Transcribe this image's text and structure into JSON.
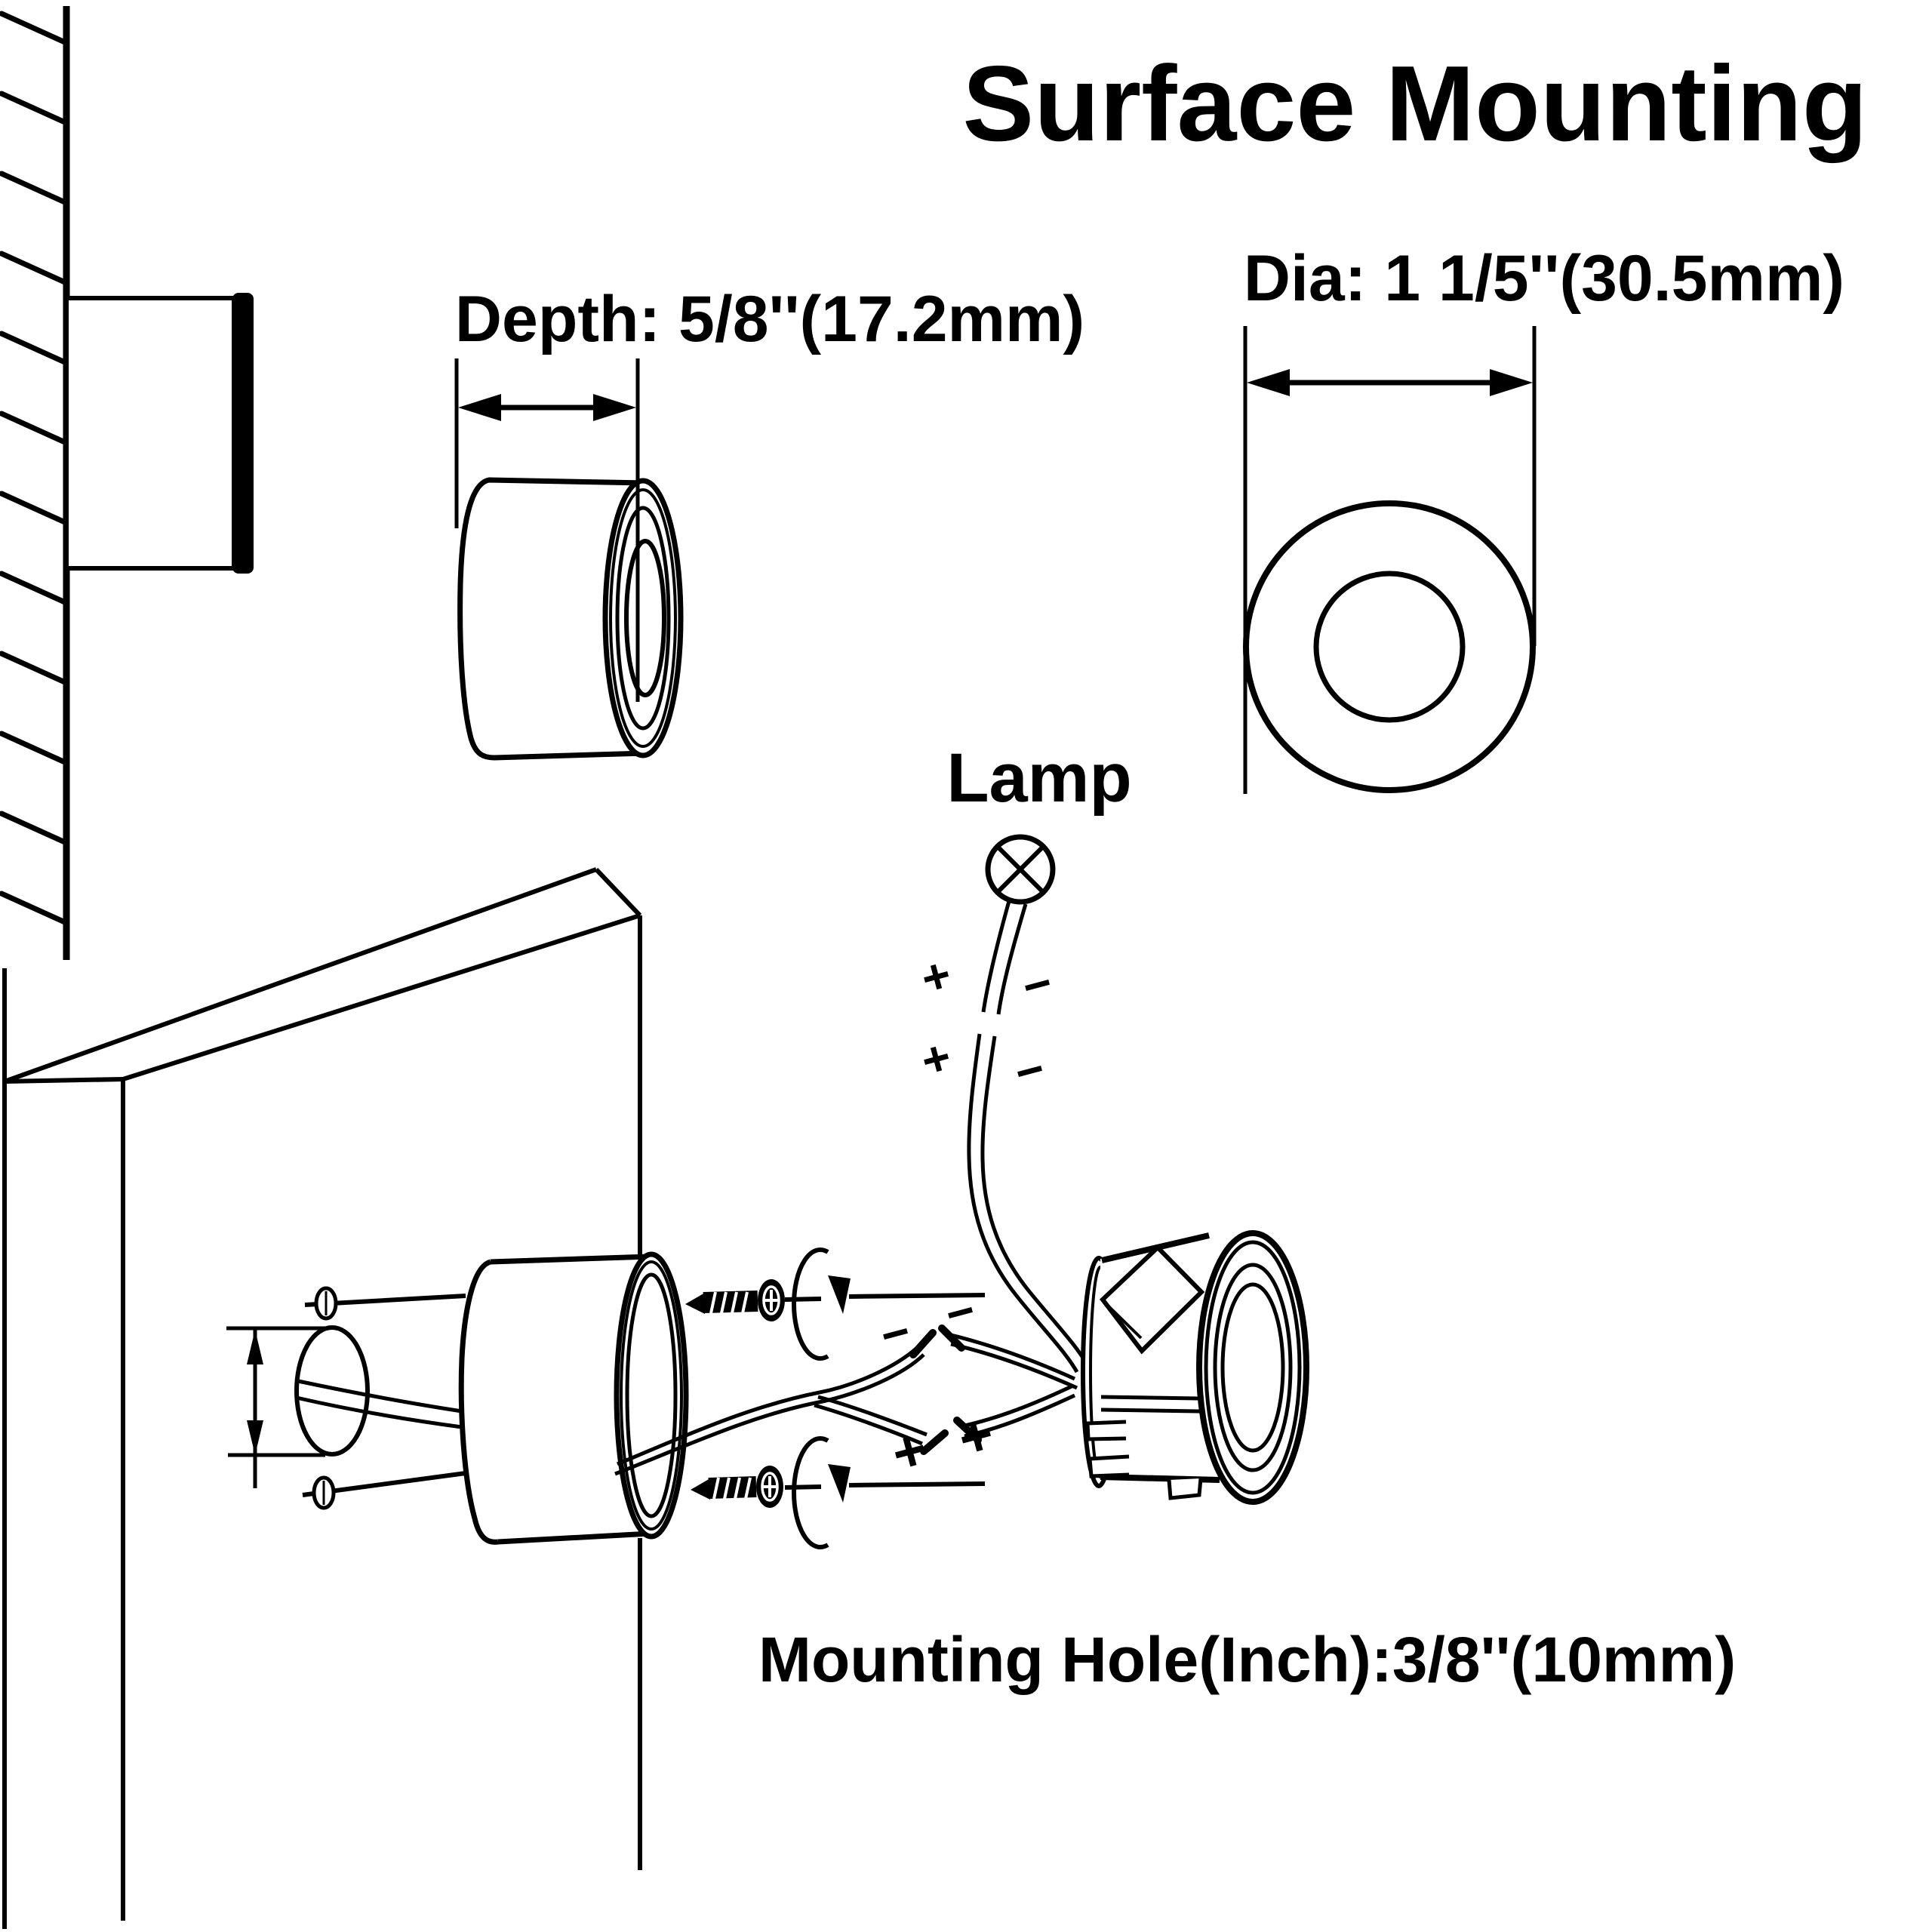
{
  "title": "Surface Mounting",
  "figures": {
    "depth_view": {
      "label": "Depth: 5/8''(17.2mm)"
    },
    "diameter_view": {
      "label": "Dia: 1 1/5''(30.5mm)"
    },
    "exploded_view": {
      "lamp_label": "Lamp",
      "mounting_hole_label": "Mounting Hole(Inch):3/8''(10mm)",
      "polarity": {
        "plus": "+",
        "minus": "−"
      }
    }
  },
  "colors": {
    "ink": "#000000",
    "background": "#ffffff"
  }
}
